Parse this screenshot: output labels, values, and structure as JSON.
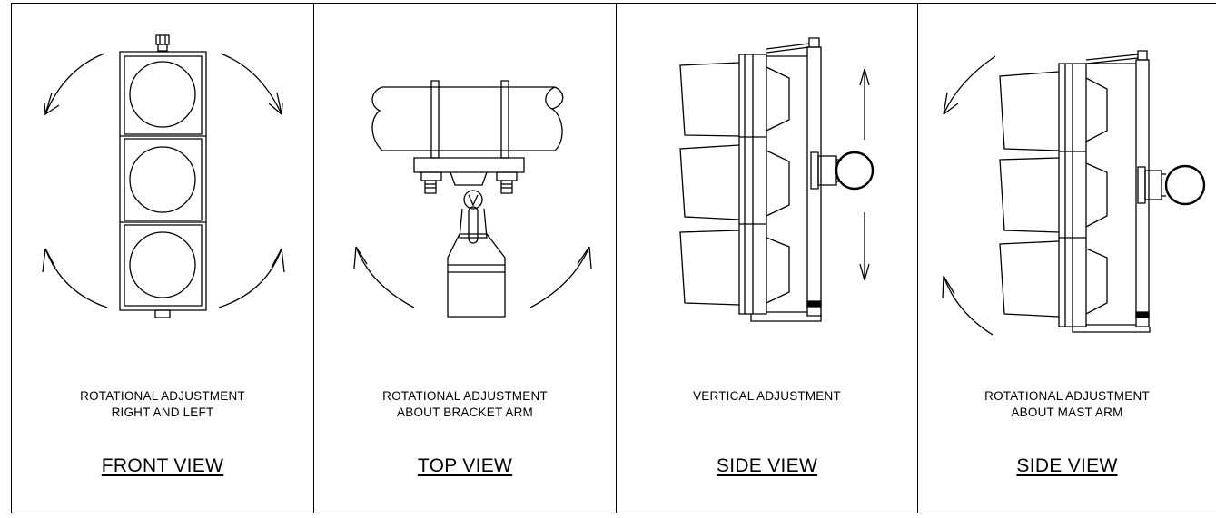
{
  "panels": [
    {
      "caption_line1": "ROTATIONAL ADJUSTMENT",
      "caption_line2": "RIGHT AND LEFT",
      "view_title": "FRONT VIEW"
    },
    {
      "caption_line1": "ROTATIONAL ADJUSTMENT",
      "caption_line2": "ABOUT BRACKET ARM",
      "view_title": "TOP VIEW"
    },
    {
      "caption_line1": "VERTICAL ADJUSTMENT",
      "caption_line2": "",
      "view_title": "SIDE VIEW"
    },
    {
      "caption_line1": "ROTATIONAL ADJUSTMENT",
      "caption_line2": "ABOUT MAST ARM",
      "view_title": "SIDE VIEW"
    }
  ]
}
